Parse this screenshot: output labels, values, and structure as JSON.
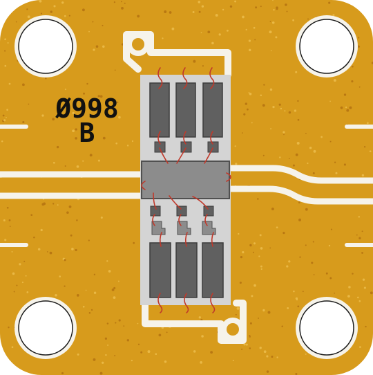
{
  "marking": {
    "part_number": "Ø998",
    "revision": "B"
  },
  "colors": {
    "substrate_gold": "#d79b1c",
    "gold_highlight": "#e9b845",
    "via_dot": "#b97812",
    "trace_white": "#f6f3ea",
    "die_silver": "#d4d4d4",
    "die_pad": "#606060",
    "die_chip": "#8c8c8c",
    "bond_wire": "#c0392b",
    "mounting_hole": "#ffffff"
  },
  "features": {
    "mounting_holes": 4,
    "rf_ports": 2,
    "capacitor_pads_top": 3,
    "capacitor_pads_bottom": 3,
    "small_pads_top": 3,
    "small_pads_bottom": 6,
    "edge_ticks": 4
  }
}
